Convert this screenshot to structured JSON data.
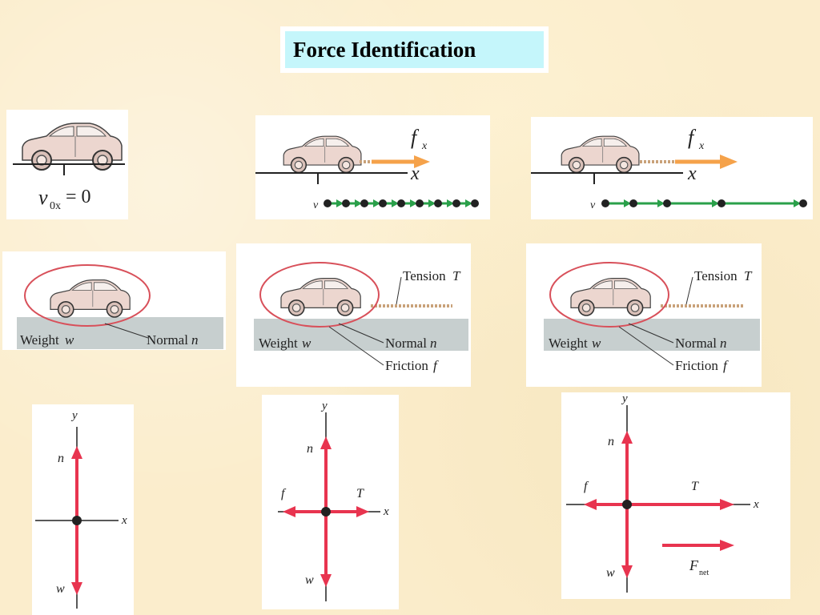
{
  "title": "Force Identification",
  "row1": {
    "panel1": {
      "v_label": "v",
      "v_sub": "0x",
      "v_eq": "= 0"
    },
    "panel2": {
      "force_label": "f",
      "force_sub": "x",
      "axis_label": "x",
      "vel_label": "v"
    },
    "panel3": {
      "force_label": "f",
      "force_sub": "x",
      "axis_label": "x",
      "vel_label": "v"
    }
  },
  "row2": {
    "panel1": {
      "weight_label": "Weight",
      "weight_sym": "w",
      "normal_label": "Normal",
      "normal_sym": "n"
    },
    "panel2": {
      "tension_label": "Tension",
      "tension_sym": "T",
      "weight_label": "Weight",
      "weight_sym": "w",
      "normal_label": "Normal",
      "normal_sym": "n",
      "friction_label": "Friction",
      "friction_sym": "f"
    },
    "panel3": {
      "tension_label": "Tension",
      "tension_sym": "T",
      "weight_label": "Weight",
      "weight_sym": "w",
      "normal_label": "Normal",
      "normal_sym": "n",
      "friction_label": "Friction",
      "friction_sym": "f"
    }
  },
  "row3": {
    "panel1": {
      "y_label": "y",
      "x_label": "x",
      "n_label": "n",
      "w_label": "w"
    },
    "panel2": {
      "y_label": "y",
      "x_label": "x",
      "n_label": "n",
      "w_label": "w",
      "f_label": "f",
      "T_label": "T"
    },
    "panel3": {
      "y_label": "y",
      "x_label": "x",
      "n_label": "n",
      "w_label": "w",
      "f_label": "f",
      "T_label": "T",
      "fnet_label": "F",
      "fnet_sub": "net"
    }
  },
  "colors": {
    "force_arrow": "#e8344f",
    "fx_arrow": "#f5a24a",
    "velocity_arrow": "#2aa04a",
    "system_ellipse": "#d8505a",
    "title_bg": "#c5f6fb",
    "background": "#fbedcc"
  }
}
